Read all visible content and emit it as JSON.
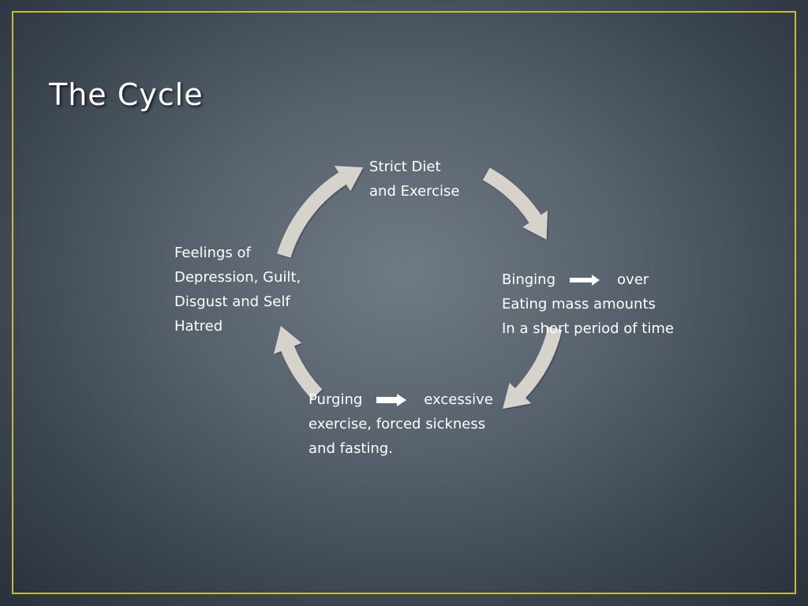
{
  "slide": {
    "title": "The Cycle"
  },
  "cycle": {
    "nodes": [
      {
        "id": "strict-diet",
        "lines": [
          "Strict Diet",
          "and Exercise"
        ]
      },
      {
        "id": "binging",
        "term": "Binging",
        "after_arrow": "over",
        "lines": [
          "Eating mass amounts",
          "In a short period of time"
        ]
      },
      {
        "id": "purging",
        "term": "Purging",
        "after_arrow": "excessive",
        "lines": [
          "exercise, forced sickness",
          "and fasting."
        ]
      },
      {
        "id": "feelings",
        "lines": [
          "Feelings of",
          "Depression, Guilt,",
          "Disgust and Self",
          "Hatred"
        ]
      }
    ],
    "connector_icon": "curved-arrow-icon",
    "inline_icon": "right-arrow-icon"
  },
  "colors": {
    "frame": "#c8bd2c",
    "arrow": "#d6d3cc",
    "text": "#ffffff"
  }
}
